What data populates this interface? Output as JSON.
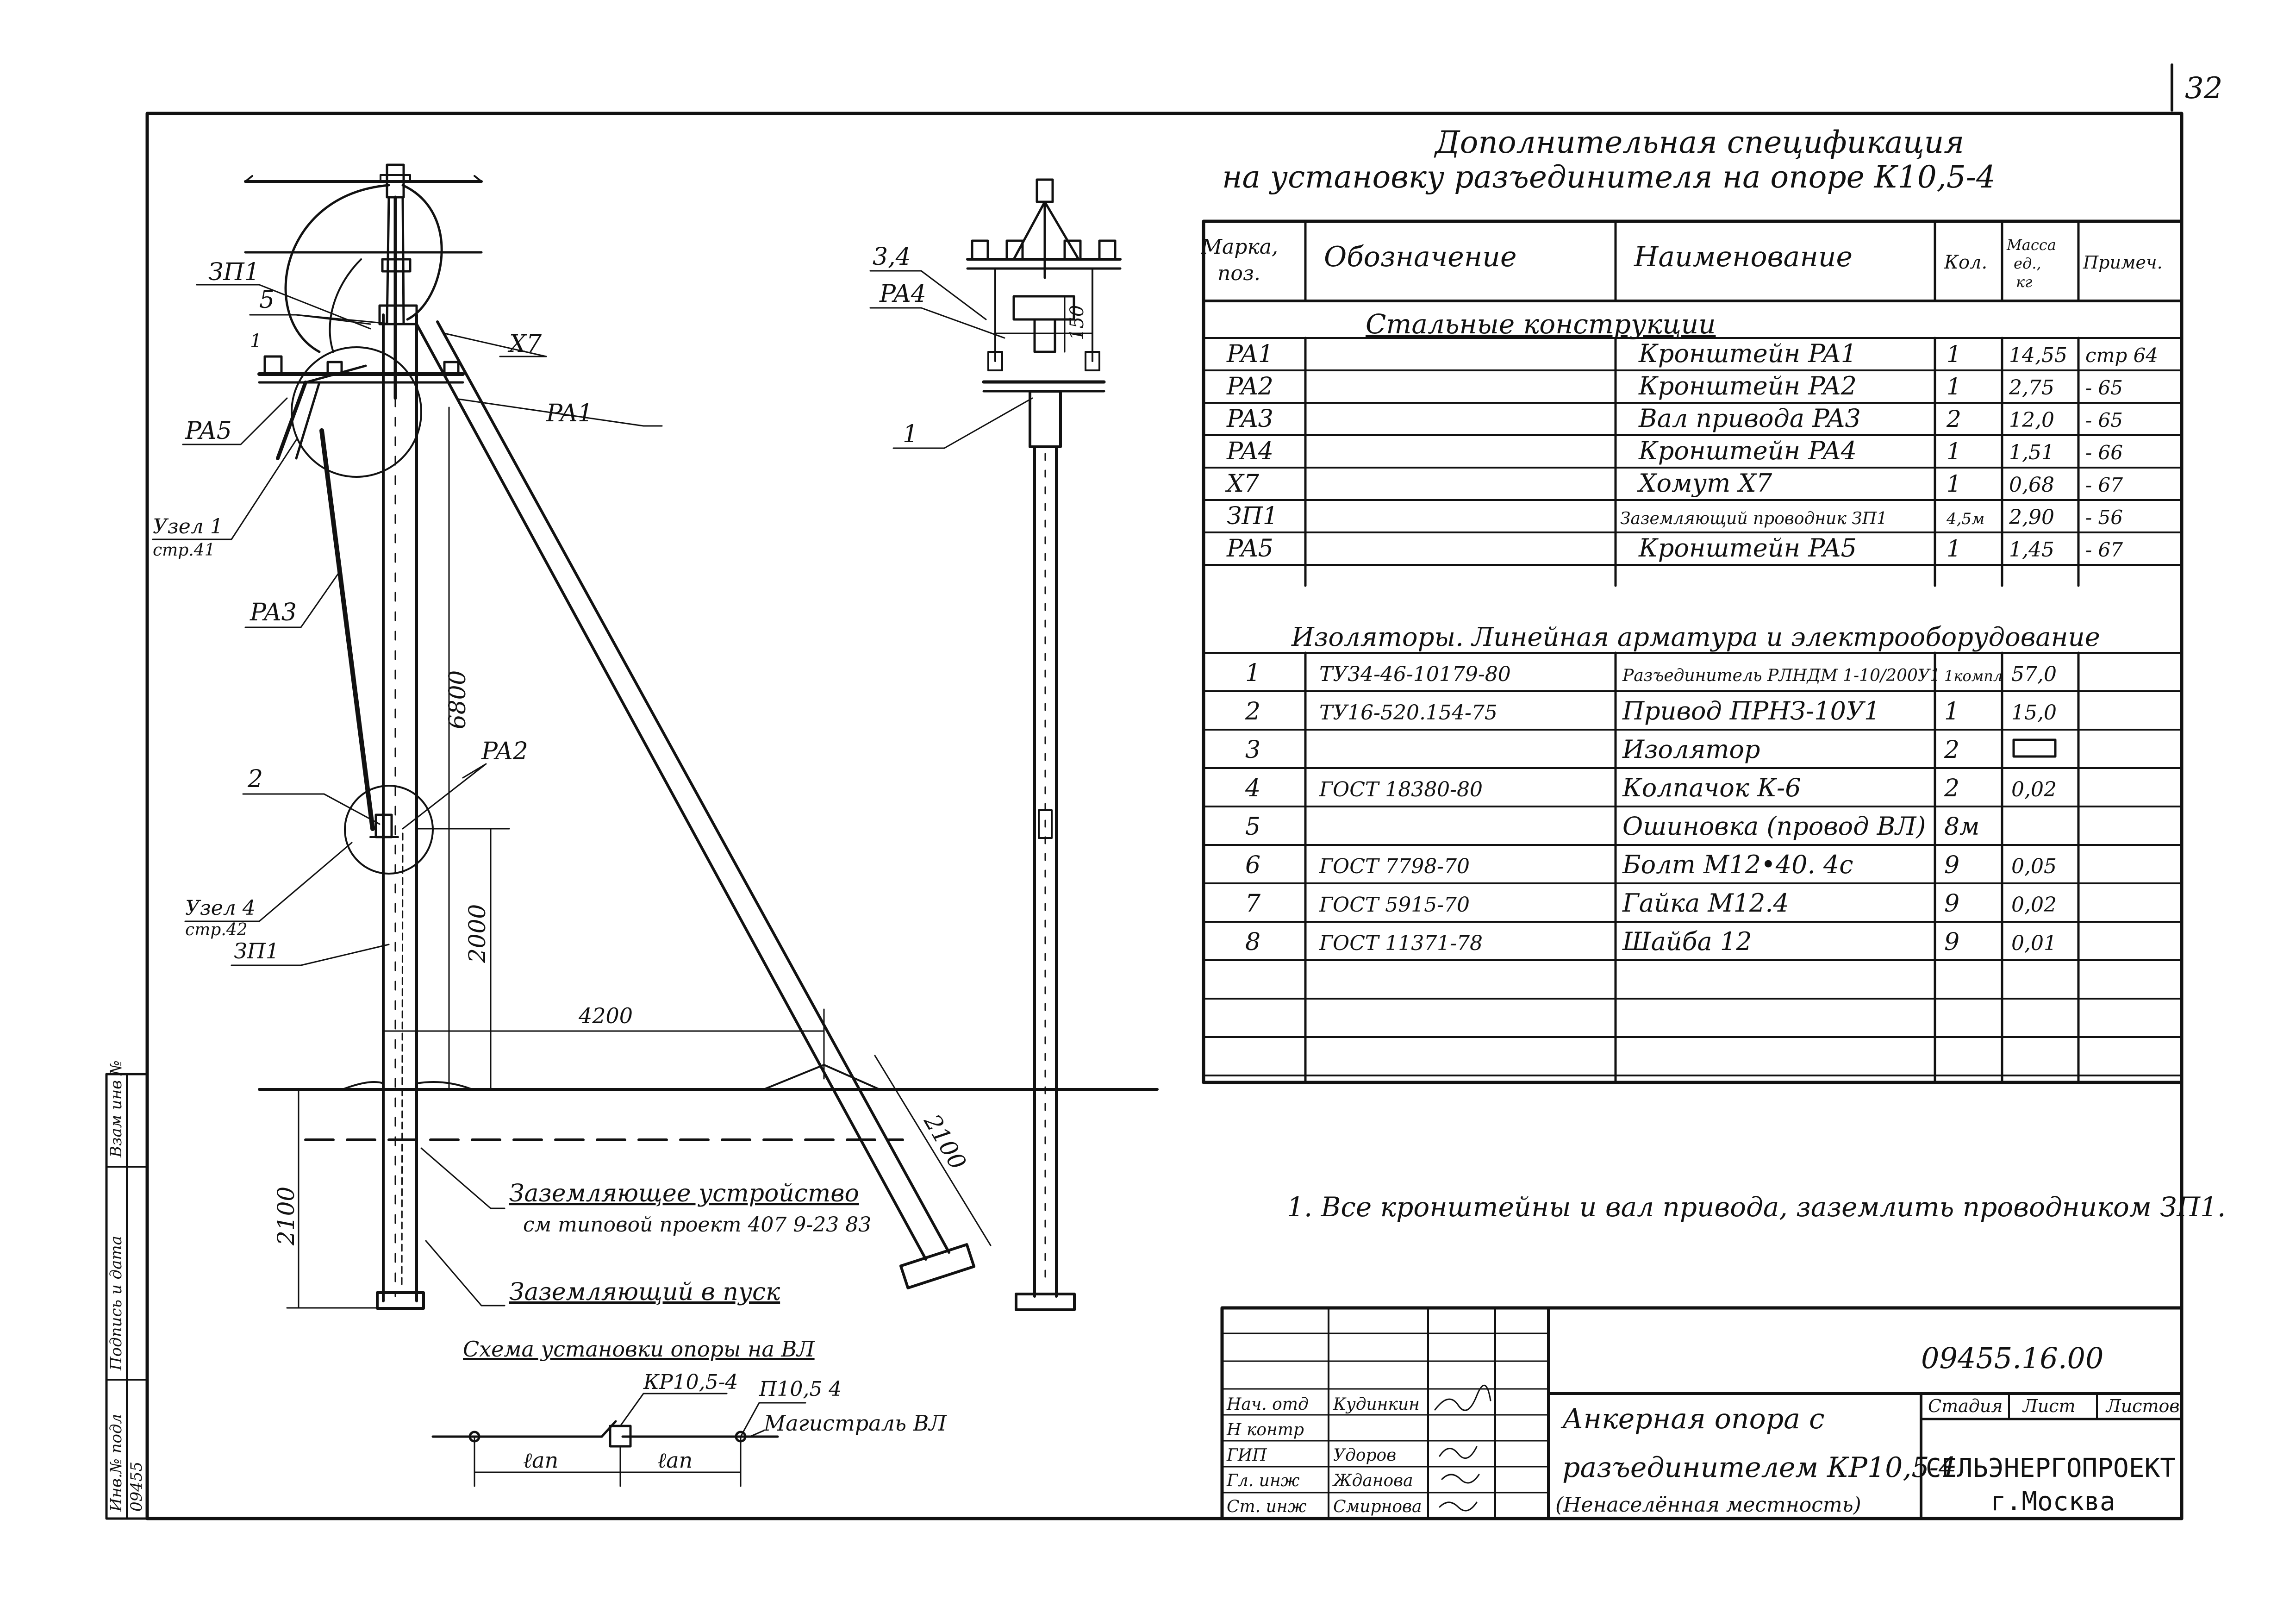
{
  "page_number": "32",
  "title_line1": "Дополнительная спецификация",
  "title_line2": "на установку разъединителя на опоре К10,5-4",
  "table": {
    "headers": [
      "Марка, поз.",
      "Обозначение",
      "Наименование",
      "Кол.",
      "Масса ед., кг",
      "Примеч."
    ],
    "section_steel": "Стальные конструкции",
    "section_insulators": "Изоляторы. Линейная арматура и электрооборудование",
    "steel_rows": [
      {
        "mark": "PA1",
        "designation": "",
        "name": "Кронштейн PA1",
        "qty": "1",
        "mass": "14,55",
        "note": "стр 64"
      },
      {
        "mark": "PA2",
        "designation": "",
        "name": "Кронштейн PA2",
        "qty": "1",
        "mass": "2,75",
        "note": "- 65"
      },
      {
        "mark": "PA3",
        "designation": "",
        "name": "Вал привода PA3",
        "qty": "2",
        "mass": "12,0",
        "note": "- 65"
      },
      {
        "mark": "PA4",
        "designation": "",
        "name": "Кронштейн PA4",
        "qty": "1",
        "mass": "1,51",
        "note": "- 66"
      },
      {
        "mark": "Х7",
        "designation": "",
        "name": "Хомут Х7",
        "qty": "1",
        "mass": "0,68",
        "note": "- 67"
      },
      {
        "mark": "ЗП1",
        "designation": "",
        "name": "Заземляющий проводник ЗП1",
        "qty": "4,5м",
        "mass": "2,90",
        "note": "- 56"
      },
      {
        "mark": "PA5",
        "designation": "",
        "name": "Кронштейн PA5",
        "qty": "1",
        "mass": "1,45",
        "note": "- 67"
      }
    ],
    "insulator_rows": [
      {
        "mark": "1",
        "designation": "ТУ34-46-10179-80",
        "name": "Разъединитель РЛНДМ 1-10/200У1",
        "qty": "1компл",
        "mass": "57,0",
        "note": ""
      },
      {
        "mark": "2",
        "designation": "ТУ16-520.154-75",
        "name": "Привод ПРНЗ-10У1",
        "qty": "1",
        "mass": "15,0",
        "note": ""
      },
      {
        "mark": "3",
        "designation": "",
        "name": "Изолятор",
        "qty": "2",
        "mass": "",
        "note": ""
      },
      {
        "mark": "4",
        "designation": "ГОСТ 18380-80",
        "name": "Колпачок К-6",
        "qty": "2",
        "mass": "0,02",
        "note": ""
      },
      {
        "mark": "5",
        "designation": "",
        "name": "Ошиновка (провод ВЛ)",
        "qty": "8м",
        "mass": "",
        "note": ""
      },
      {
        "mark": "6",
        "designation": "ГОСТ 7798-70",
        "name": "Болт М12•40. 4с",
        "qty": "9",
        "mass": "0,05",
        "note": ""
      },
      {
        "mark": "7",
        "designation": "ГОСТ 5915-70",
        "name": "Гайка М12.4",
        "qty": "9",
        "mass": "0,02",
        "note": ""
      },
      {
        "mark": "8",
        "designation": "ГОСТ 11371-78",
        "name": "Шайба 12",
        "qty": "9",
        "mass": "0,01",
        "note": ""
      }
    ]
  },
  "note": "1. Все кронштейны и вал привода, заземлить проводником ЗП1.",
  "left_view_labels": {
    "zp1_top": "ЗП1",
    "five": "5",
    "one": "1",
    "x7": "Х7",
    "pa1": "PA1",
    "pa5": "PA5",
    "uzel1": "Узел 1",
    "uzel1_page": "стр.41",
    "pa3": "PA3",
    "two": "2",
    "pa2": "PA2",
    "uzel4": "Узел 4",
    "uzel4_page": "стр.42",
    "zp1_bottom": "ЗП1",
    "dim_6800": "6800",
    "dim_2000": "2000",
    "dim_4200": "4200",
    "dim_2100_right": "2100",
    "dim_2100_left": "2100",
    "grounding_device": "Заземляющее устройство",
    "grounding_ref": "см типовой проект 407 9-23 83",
    "grounding_outlet": "Заземляющий в пуск"
  },
  "right_view_labels": {
    "label_34": "3,4",
    "label_pa4": "PA4",
    "label_150": "150",
    "label_1": "1"
  },
  "scheme": {
    "title": "Схема установки опоры на ВЛ",
    "kr": "КР10,5-4",
    "p": "П10,5 4",
    "main": "Магистраль ВЛ",
    "span1": "ℓап",
    "span2": "ℓап"
  },
  "side_stamp": {
    "col1": "Инв.№ подл",
    "col1_value": "09455",
    "col2": "Подпись и дата",
    "col3": "Взам инв №"
  },
  "title_block": {
    "doc_code": "09455.16.00",
    "roles": [
      {
        "role": "Нач. отд",
        "name": "Кудинкин"
      },
      {
        "role": "Н контр",
        "name": ""
      },
      {
        "role": "ГИП",
        "name": "Удоров"
      },
      {
        "role": "Гл. инж",
        "name": "Жданова"
      },
      {
        "role": "Ст. инж",
        "name": "Смирнова"
      }
    ],
    "sheet_title_lines": [
      "Анкерная опора с",
      "разъединителем КР10,5-4",
      "(Ненаселённая местность)"
    ],
    "stage_headers": [
      "Стадия",
      "Лист",
      "Листов"
    ],
    "org_line1": "СЕЛЬЭНЕРГОПРОЕКТ",
    "org_line2": "г.Москва"
  }
}
